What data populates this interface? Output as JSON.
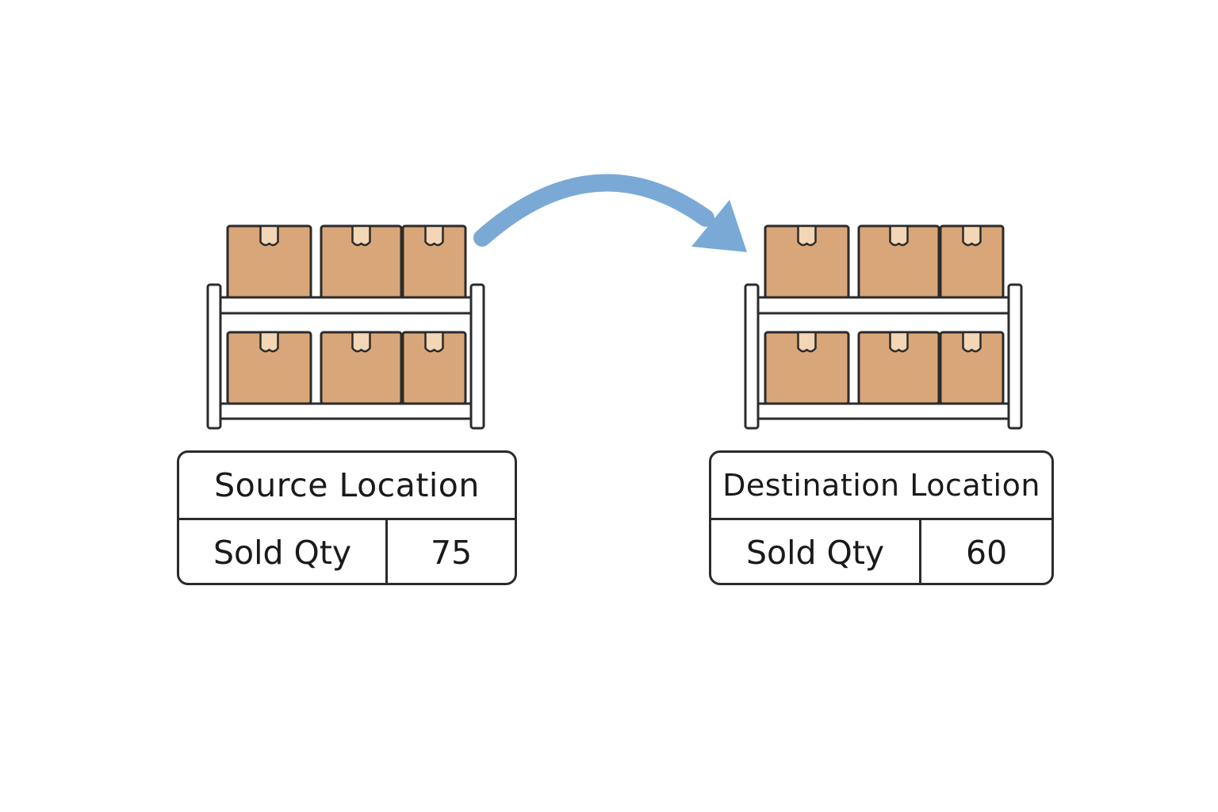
{
  "colors": {
    "box_fill": "#d9a679",
    "box_tape": "#f2d6b5",
    "outline": "#2b2b2b",
    "shelf_fill": "#ffffff",
    "arrow": "#7aa9d6"
  },
  "icons": {
    "shelf": "warehouse-shelf-icon",
    "box": "cardboard-box-icon",
    "arrow": "curved-arrow-icon"
  },
  "source": {
    "title": "Source Location",
    "qty_label": "Sold Qty",
    "qty_value": "75"
  },
  "destination": {
    "title": "Destination Location",
    "qty_label": "Sold Qty",
    "qty_value": "60"
  }
}
